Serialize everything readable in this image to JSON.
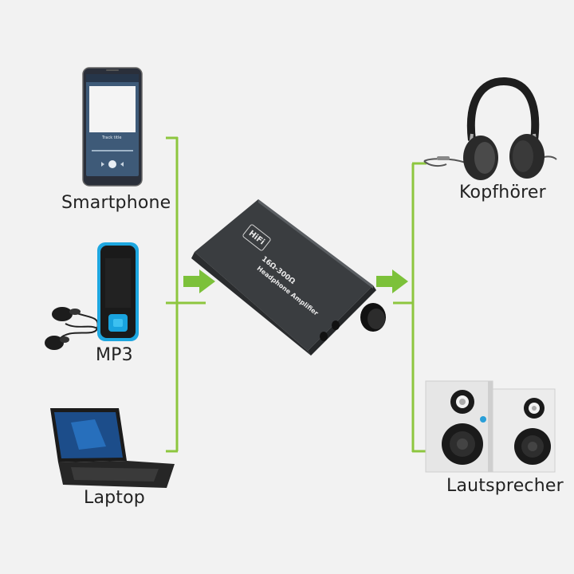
{
  "sources": [
    {
      "id": "smartphone",
      "label": "Smartphone",
      "icon": "smartphone-icon"
    },
    {
      "id": "mp3",
      "label": "MP3",
      "icon": "mp3-player-icon"
    },
    {
      "id": "laptop",
      "label": "Laptop",
      "icon": "laptop-icon"
    }
  ],
  "amplifier": {
    "badge": "HiFi",
    "line1": "16Ω-300Ω",
    "line2": "Headphone Amplifier",
    "icon": "headphone-amplifier-icon"
  },
  "outputs": [
    {
      "id": "headphones",
      "label": "Kopfhörer",
      "icon": "headphones-icon"
    },
    {
      "id": "speakers",
      "label": "Lautsprecher",
      "icon": "speakers-icon"
    }
  ],
  "phone_screen": {
    "track": "Track title"
  },
  "colors": {
    "background": "#f2f2f2",
    "connector": "#8dc63f",
    "arrow": "#7cc13a",
    "amplifier_body": "#3a3d40"
  }
}
